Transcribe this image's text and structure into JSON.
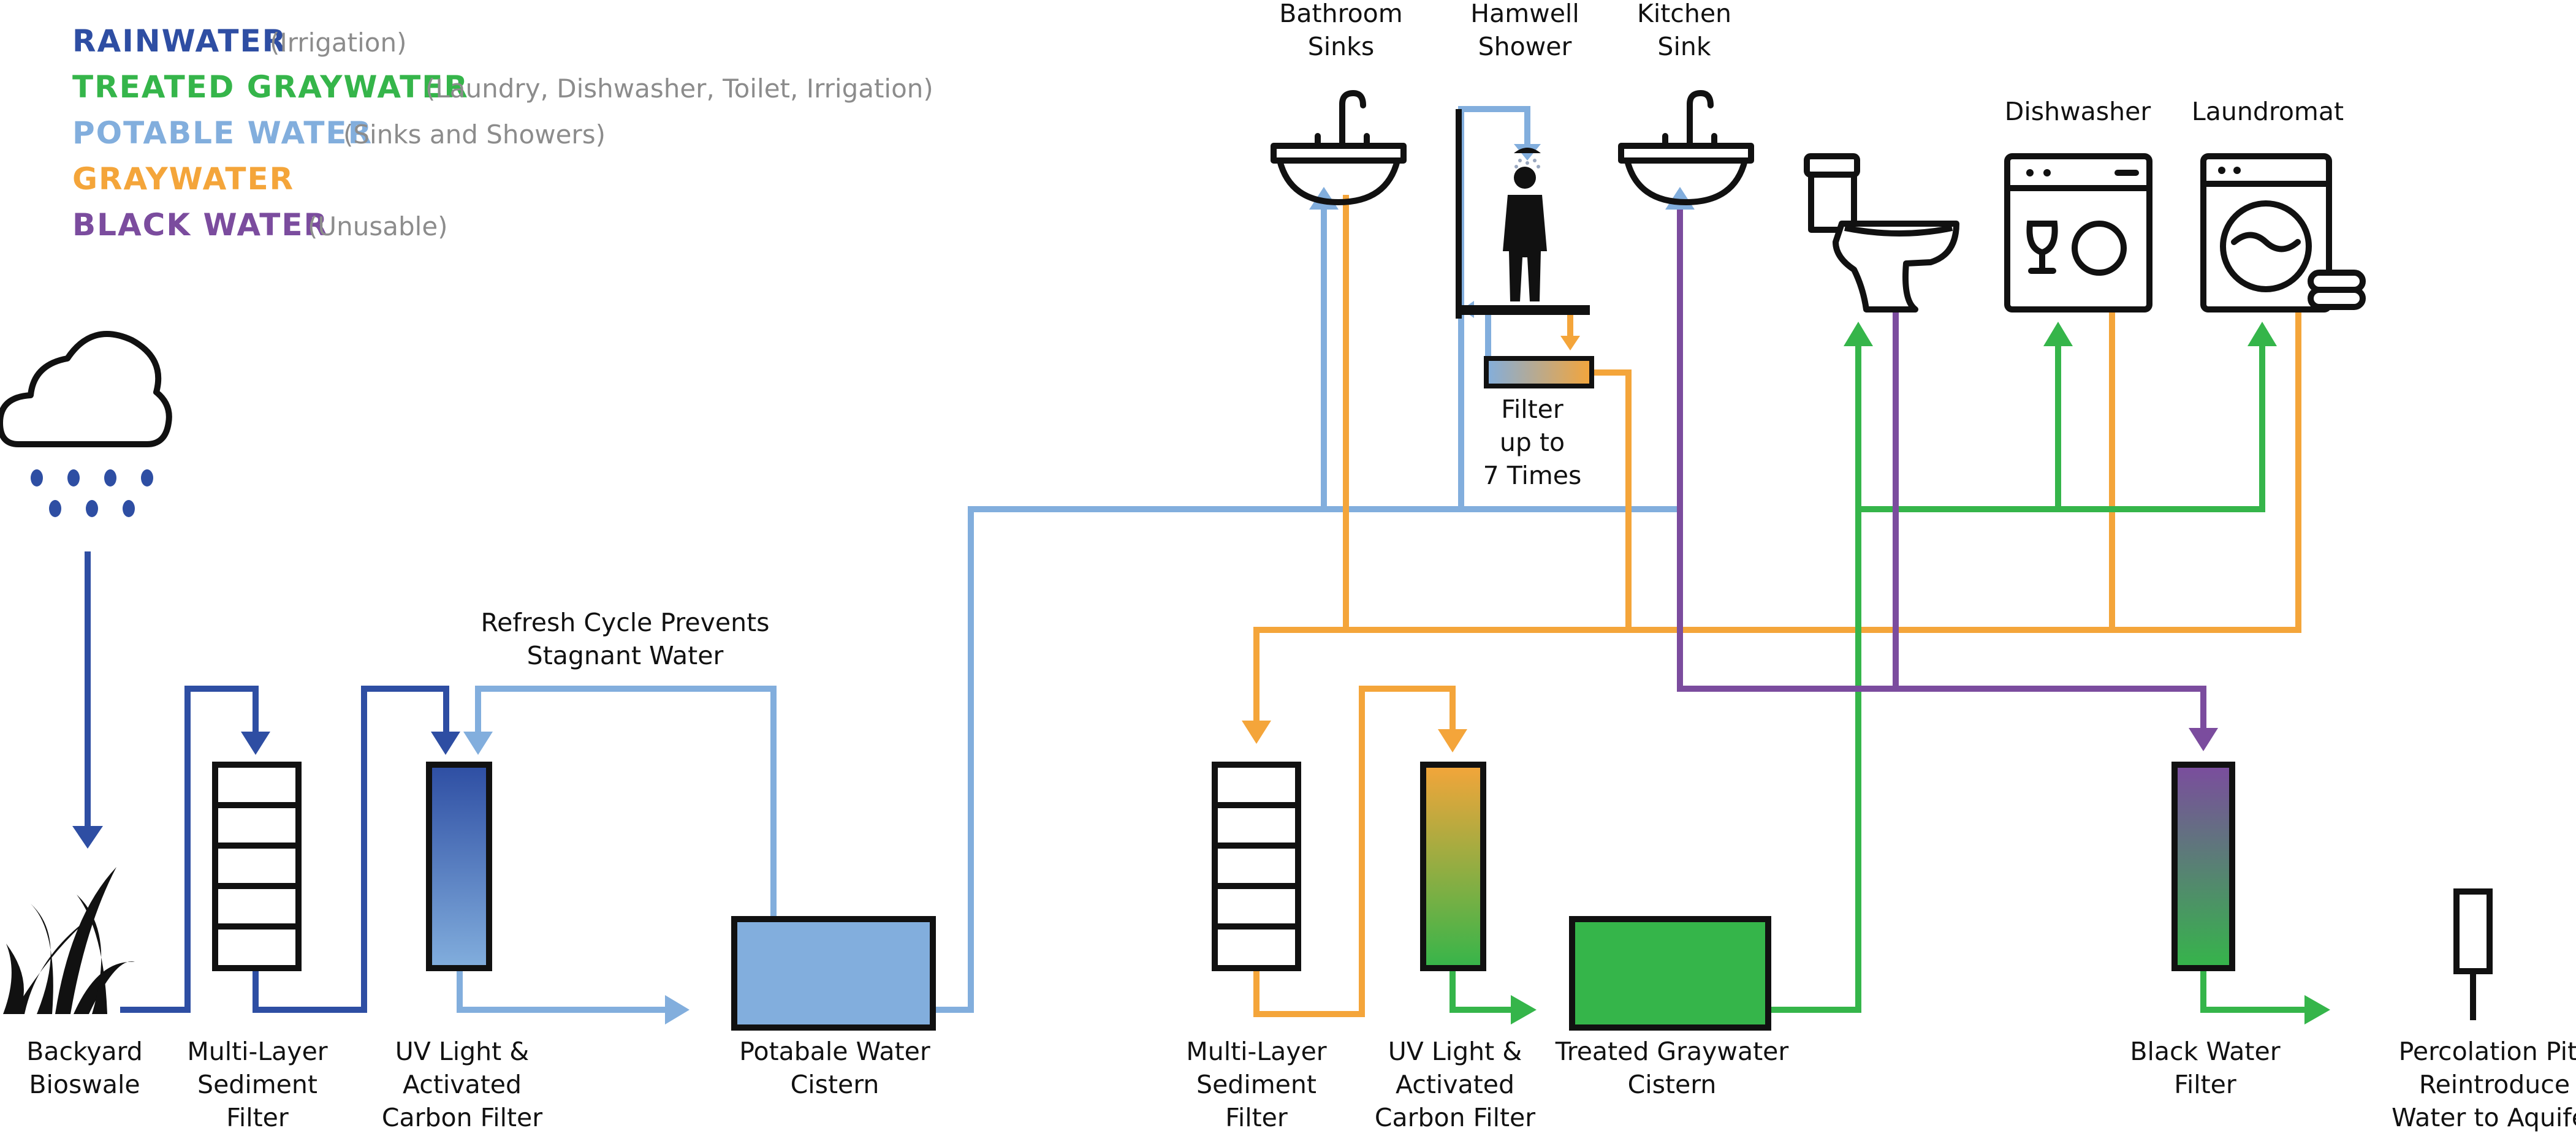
{
  "colors": {
    "rainwater": "#2E4EA3",
    "treated_graywater": "#35B54A",
    "potable_water": "#82AEDD",
    "graywater": "#F4A53A",
    "black_water": "#7B4C9E",
    "stroke": "#111111"
  },
  "legend": [
    {
      "name": "RAINWATER",
      "note": "(Irrigation)",
      "color_key": "rainwater"
    },
    {
      "name": "TREATED GRAYWATER",
      "note": "(Laundry, Dishwasher, Toilet, Irrigation)",
      "color_key": "treated_graywater"
    },
    {
      "name": "POTABLE WATER",
      "note": "(Sinks and Showers)",
      "color_key": "potable_water"
    },
    {
      "name": "GRAYWATER",
      "note": "",
      "color_key": "graywater"
    },
    {
      "name": "BLACK WATER",
      "note": "(Unusable)",
      "color_key": "black_water"
    }
  ],
  "labels": {
    "bioswale": [
      "Backyard",
      "Bioswale"
    ],
    "sed1": [
      "Multi-Layer",
      "Sediment",
      "Filter"
    ],
    "uv1": [
      "UV Light &",
      "Activated",
      "Carbon Filter"
    ],
    "cistern_potable": [
      "Potabale Water",
      "Cistern"
    ],
    "refresh": [
      "Refresh Cycle Prevents",
      "Stagnant Water"
    ],
    "sed2": [
      "Multi-Layer",
      "Sediment",
      "Filter"
    ],
    "uv2": [
      "UV Light &",
      "Activated",
      "Carbon Filter"
    ],
    "cistern_gray": [
      "Treated Graywater",
      "Cistern"
    ],
    "black_filter": [
      "Black Water",
      "Filter"
    ],
    "percolation": [
      "Percolation Pits",
      "Reintroduce",
      "Water to Aquifer"
    ],
    "bath_sinks": [
      "Bathroom",
      "Sinks"
    ],
    "shower": [
      "Hamwell",
      "Shower"
    ],
    "kitchen": [
      "Kitchen",
      "Sink"
    ],
    "dishwasher": [
      "Dishwasher"
    ],
    "laundromat": [
      "Laundromat"
    ],
    "shower_filter": [
      "Filter",
      "up to",
      "7 Times"
    ]
  },
  "icons": {
    "rain_cloud": "rain-cloud-icon",
    "grass": "grass-icon",
    "sink": "sink-icon",
    "shower": "shower-icon",
    "toilet": "toilet-icon",
    "dishwasher": "dishwasher-icon",
    "washing_machine": "washing-machine-icon",
    "percolation_pit": "percolation-pit-icon"
  }
}
